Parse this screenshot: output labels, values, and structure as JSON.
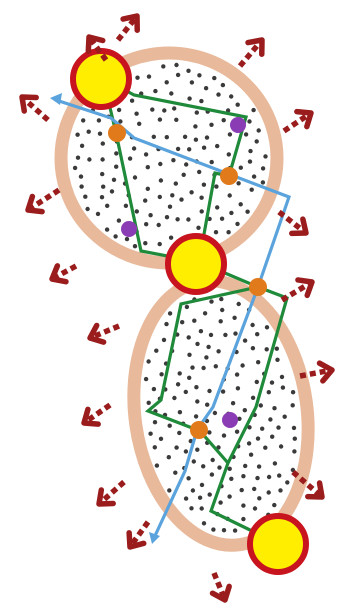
{
  "colors": {
    "background": "#ffffff",
    "region_outline": "#e8b99a",
    "particle_dots": "#3a3a3a",
    "large_node_fill": "#ffee00",
    "large_node_outline": "#c8141e",
    "junction_node": "#e07a1a",
    "purple_marker": "#8a3cb4",
    "green_path": "#1f8a3a",
    "blue_path": "#5aa3dc",
    "force_arrows": "#9a1c1c"
  },
  "icons": {
    "arrow": "dashed-outward-arrow-icon",
    "large_node": "yellow-circle-node-icon",
    "junction": "orange-junction-dot-icon",
    "marker": "purple-dot-icon"
  },
  "diagram": {
    "regions": 2,
    "large_nodes": 3,
    "junction_nodes": 4,
    "purple_markers": 3,
    "outward_arrows": 16
  }
}
